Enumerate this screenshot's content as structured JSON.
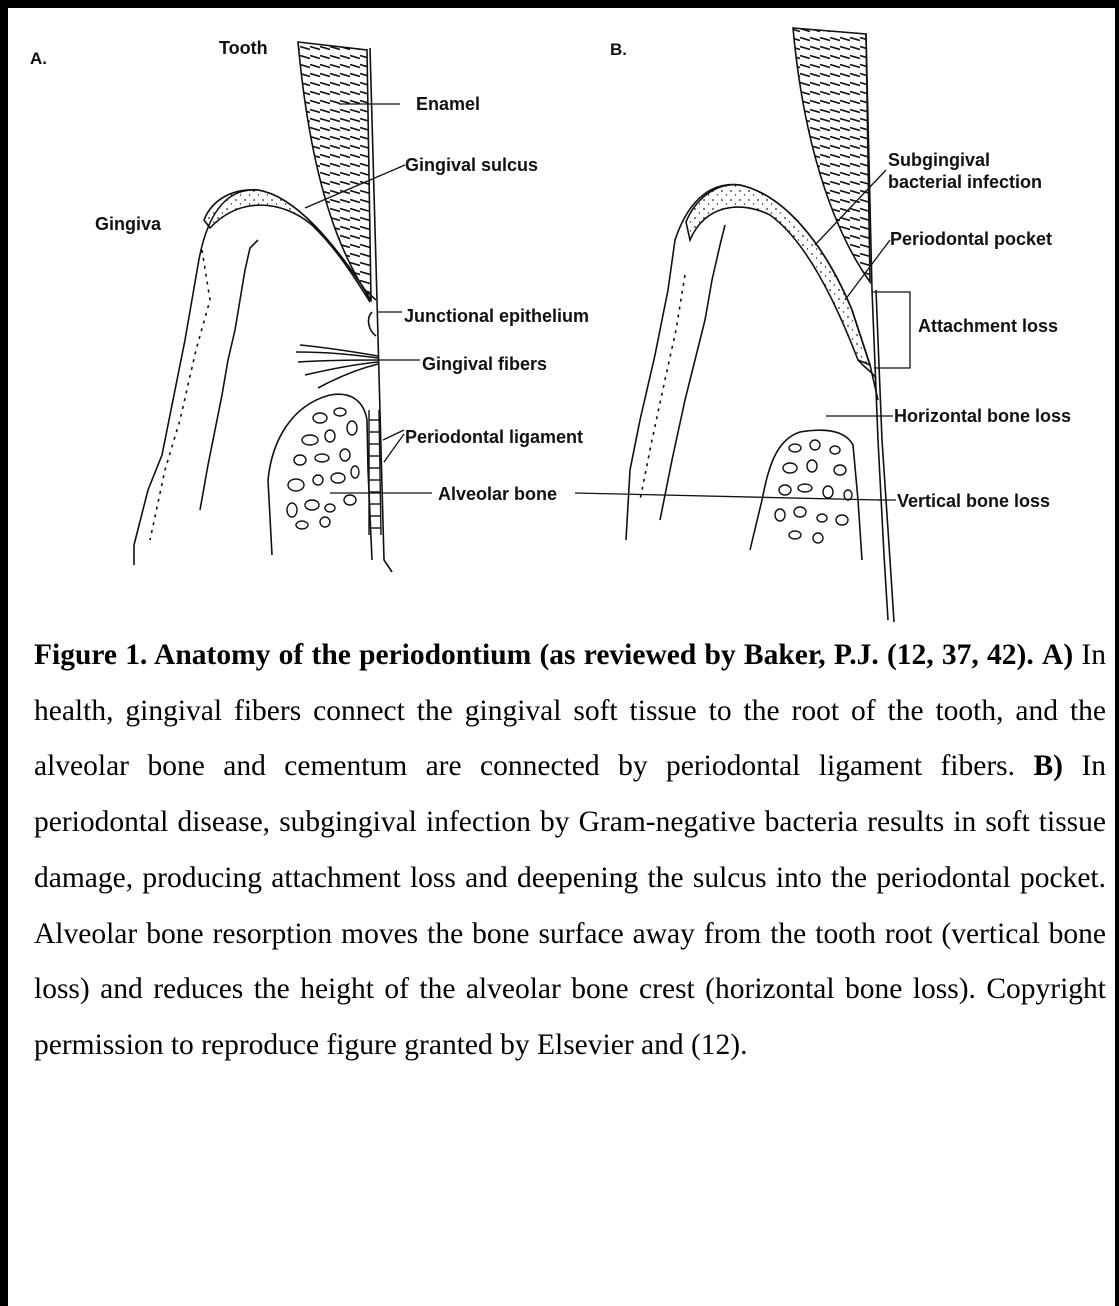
{
  "figure": {
    "panel_a": {
      "letter": "A.",
      "labels": {
        "tooth": "Tooth",
        "enamel": "Enamel",
        "gingival_sulcus": "Gingival sulcus",
        "gingiva": "Gingiva",
        "junctional_epithelium": "Junctional epithelium",
        "gingival_fibers": "Gingival fibers",
        "periodontal_ligament": "Periodontal ligament",
        "alveolar_bone": "Alveolar bone"
      }
    },
    "panel_b": {
      "letter": "B.",
      "labels": {
        "subgingival_line1": "Subgingival",
        "subgingival_line2": "bacterial infection",
        "periodontal_pocket": "Periodontal pocket",
        "attachment_loss": "Attachment loss",
        "horizontal_bone_loss": "Horizontal bone loss",
        "vertical_bone_loss": "Vertical bone loss"
      }
    }
  },
  "caption": {
    "title": "Figure 1. Anatomy of the periodontium (as reviewed by Baker, P.J. (12, 37, 42).",
    "a_marker": "A)",
    "a_text": "In health, gingival fibers connect the gingival soft tissue to the root of the tooth, and the alveolar bone and cementum are connected by periodontal ligament fibers.",
    "b_marker": "B)",
    "b_text": "In periodontal disease, subgingival infection by Gram-negative bacteria results in soft tissue damage, producing attachment loss and deepening the sulcus into the periodontal pocket. Alveolar bone resorption moves the bone surface away from the tooth root (vertical bone loss) and reduces the height of the alveolar bone crest (horizontal bone loss). Copyright permission to reproduce figure granted by Elsevier and (12)."
  }
}
